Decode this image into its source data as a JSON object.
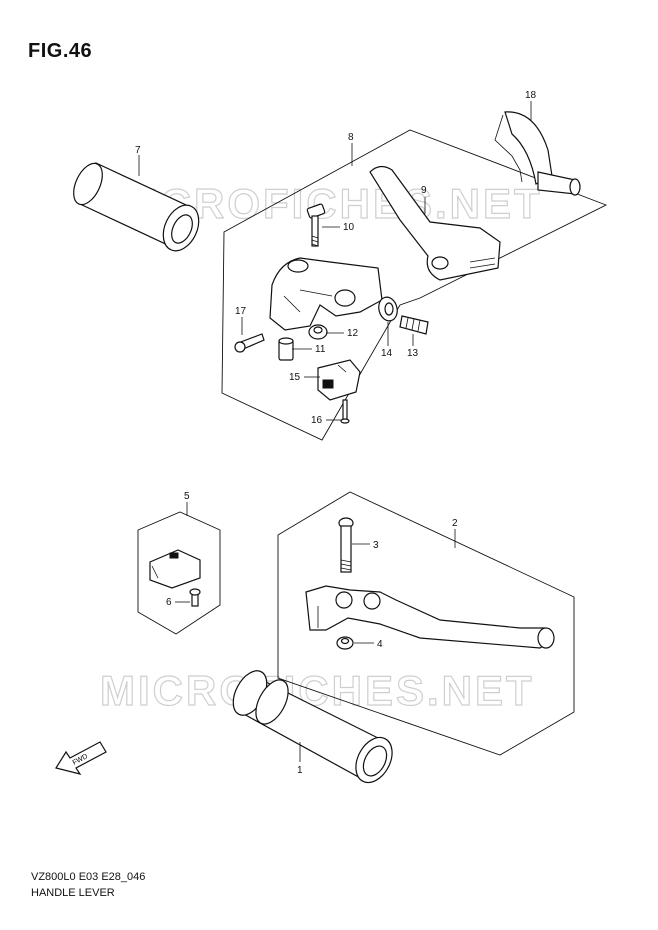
{
  "figure": {
    "title": "FIG.46"
  },
  "watermark": {
    "text": "MICROFICHES.NET"
  },
  "direction_marker": {
    "text": "FWD"
  },
  "footer": {
    "code": "VZ800L0 E03 E28_046",
    "name": "HANDLE LEVER"
  },
  "callouts": [
    {
      "label": "1"
    },
    {
      "label": "2"
    },
    {
      "label": "3"
    },
    {
      "label": "4"
    },
    {
      "label": "5"
    },
    {
      "label": "6"
    },
    {
      "label": "7"
    },
    {
      "label": "8"
    },
    {
      "label": "9"
    },
    {
      "label": "10"
    },
    {
      "label": "11"
    },
    {
      "label": "12"
    },
    {
      "label": "13"
    },
    {
      "label": "14"
    },
    {
      "label": "15"
    },
    {
      "label": "16"
    },
    {
      "label": "17"
    },
    {
      "label": "18"
    }
  ]
}
